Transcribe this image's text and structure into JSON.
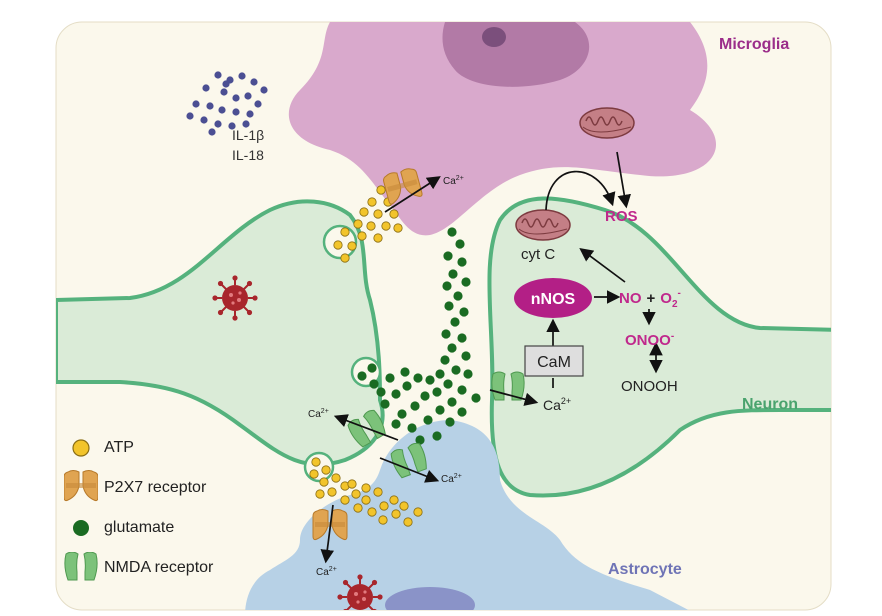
{
  "labels": {
    "microglia": "Microglia",
    "neuron": "Neuron",
    "astrocyte": "Astrocyte",
    "cytokine_1": "IL-1β",
    "cytokine_2": "IL-18",
    "ros": "ROS",
    "cyt_c": "cyt C",
    "nnos": "nNOS",
    "no": "NO",
    "plus": "+",
    "o2": "O",
    "o2_sub": "2",
    "o2_sup": "-",
    "onoo": "ONOO",
    "onoo_sup": "-",
    "onooh": "ONOOH",
    "cam": "CaM",
    "ca": "Ca",
    "ca_sup": "2+"
  },
  "legend": [
    {
      "icon": "atp-dot-icon",
      "label": "ATP"
    },
    {
      "icon": "p2x7-receptor-icon",
      "label": "P2X7 receptor"
    },
    {
      "icon": "glutamate-dot-icon",
      "label": "glutamate"
    },
    {
      "icon": "nmda-receptor-icon",
      "label": "NMDA receptor"
    }
  ],
  "colors": {
    "background": "#fbf8ec",
    "microglia_fill": "#d9a9cc",
    "microglia_nucleus": "#b27aa6",
    "microglia_text": "#9b2d8a",
    "neuron_fill": "#daebd7",
    "neuron_stroke": "#55b27d",
    "neuron_text": "#4aa36e",
    "astrocyte_fill": "#b7d1e6",
    "astrocyte_text": "#6f74b6",
    "atp": "#f2c42b",
    "glutamate": "#1a6b22",
    "cytokine": "#4b4f93",
    "virus": "#a8262c",
    "magenta": "#c0288c",
    "receptor_orange": "#e0a451",
    "receptor_green": "#7cc27a"
  }
}
